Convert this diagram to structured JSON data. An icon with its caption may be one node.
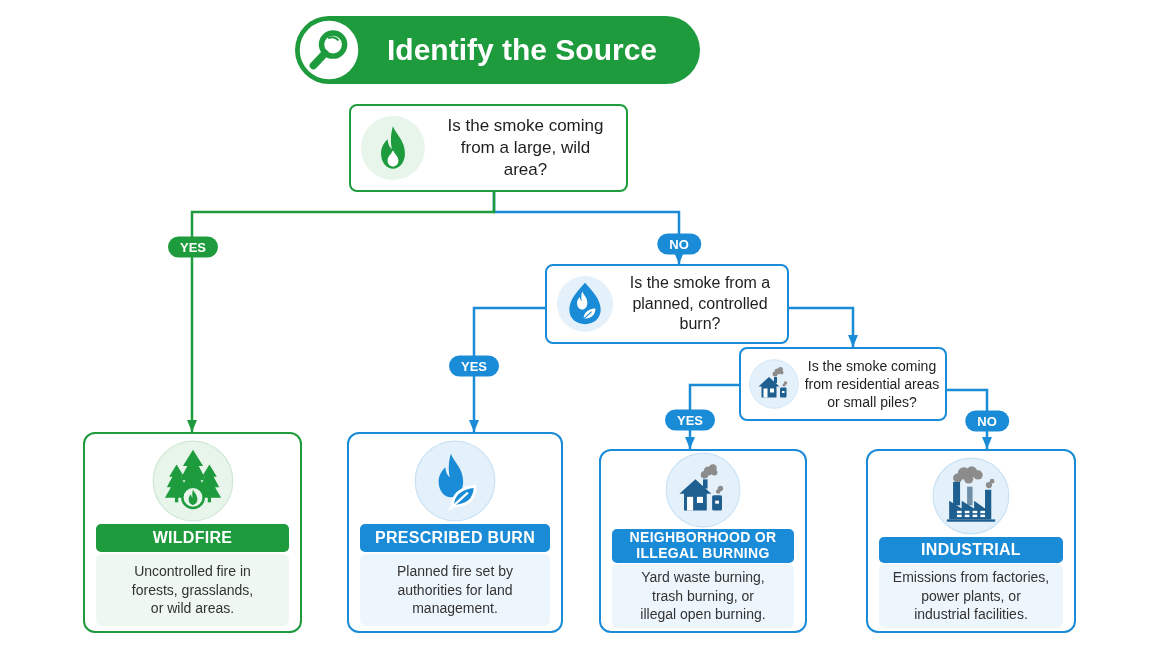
{
  "diagram": {
    "title": "Identify the Source",
    "nodes": [
      {
        "text": [
          "Is the smoke coming from a large, wild area?"
        ]
      },
      {
        "text": [
          "Is the smoke from a planned, controlled burn?"
        ]
      },
      {
        "text": [
          "Is the smoke coming from residential areas or small piles?"
        ]
      },
      {
        "text": [
          "WILDFIRE",
          "Uncontrolled fire in forests, grasslands, or wild areas."
        ]
      },
      {
        "text": [
          "PRESCRIBED BURN",
          "Planned fire set by authorities for land management."
        ]
      },
      {
        "text": [
          "NEIGHBORHOOD OR ILLEGAL BURNING",
          "Yard waste burning, trash burning, or illegal open burning."
        ]
      },
      {
        "text": [
          "INDUSTRIAL",
          "Emissions from factories, power plants, or industrial facilities."
        ]
      }
    ],
    "edges": [
      {
        "from": 0,
        "to": 3,
        "arrow": "to",
        "label": "YES",
        "color": "#1e9b3d"
      },
      {
        "from": 0,
        "to": 1,
        "arrow": "to",
        "label": "NO"
      },
      {
        "from": 1,
        "to": 4,
        "arrow": "to",
        "label": "YES"
      },
      {
        "from": 1,
        "to": 2,
        "arrow": "to"
      },
      {
        "from": 2,
        "to": 5,
        "arrow": "to",
        "label": "YES"
      },
      {
        "from": 2,
        "to": 6,
        "arrow": "to",
        "label": "NO"
      }
    ]
  }
}
